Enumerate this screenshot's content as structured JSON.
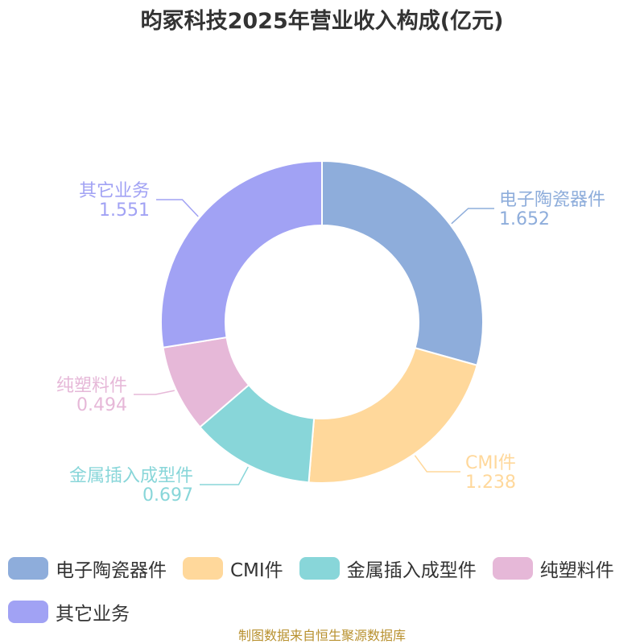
{
  "chart_data": {
    "type": "pie",
    "title": "昀冢科技2025年营业收入构成(亿元)",
    "donut": true,
    "slices": [
      {
        "label": "电子陶瓷器件",
        "value": 1.652,
        "value_text": "1.652",
        "color": "#8eaddb"
      },
      {
        "label": "CMI件",
        "value": 1.238,
        "value_text": "1.238",
        "color": "#ffd89b"
      },
      {
        "label": "金属插入成型件",
        "value": 0.697,
        "value_text": "0.697",
        "color": "#88d6d9"
      },
      {
        "label": "纯塑料件",
        "value": 0.494,
        "value_text": "0.494",
        "color": "#e6b8d8"
      },
      {
        "label": "其它业务",
        "value": 1.551,
        "value_text": "1.551",
        "color": "#a1a2f4"
      }
    ],
    "legend_position": "bottom",
    "source": "制图数据来自恒生聚源数据库"
  }
}
